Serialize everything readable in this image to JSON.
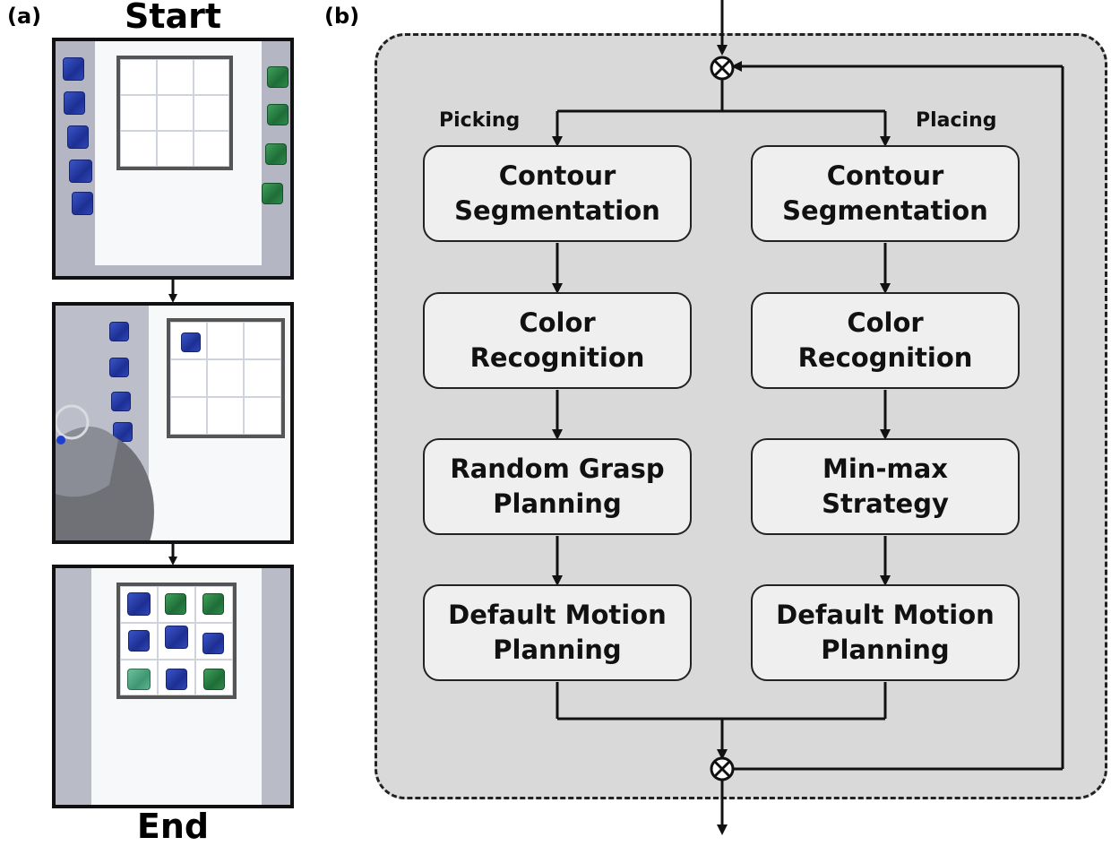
{
  "panel_a": {
    "label": "(a)",
    "start_label": "Start",
    "end_label": "End"
  },
  "panel_b": {
    "label": "(b)",
    "picking_label": "Picking",
    "placing_label": "Placing",
    "picking_steps": [
      "Contour\nSegmentation",
      "Color\nRecognition",
      "Random Grasp\nPlanning",
      "Default Motion\nPlanning"
    ],
    "placing_steps": [
      "Contour\nSegmentation",
      "Color\nRecognition",
      "Min-max\nStrategy",
      "Default Motion\nPlanning"
    ]
  },
  "colors": {
    "blue_cube": "#2a3fb0",
    "green_cube": "#2a8040",
    "container_bg": "#d9d9d9",
    "box_bg": "#efefef"
  },
  "icons": [
    "summing-junction-icon",
    "arrow-down-icon"
  ]
}
